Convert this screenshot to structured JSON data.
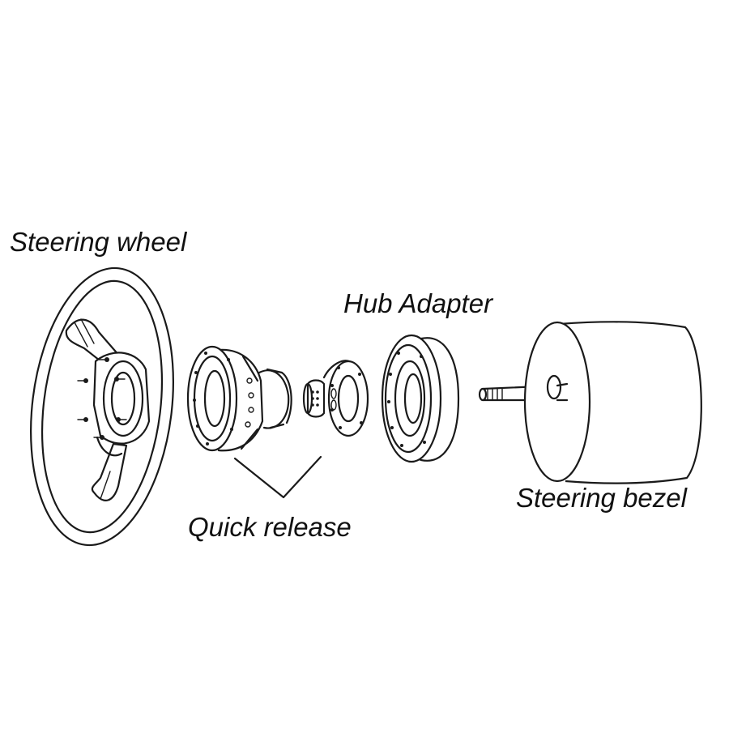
{
  "labels": {
    "steering_wheel": "Steering wheel",
    "hub_adapter": "Hub Adapter",
    "quick_release": "Quick release",
    "steering_bezel": "Steering bezel"
  },
  "colors": {
    "line": "#1a1a1a",
    "background": "#ffffff"
  }
}
